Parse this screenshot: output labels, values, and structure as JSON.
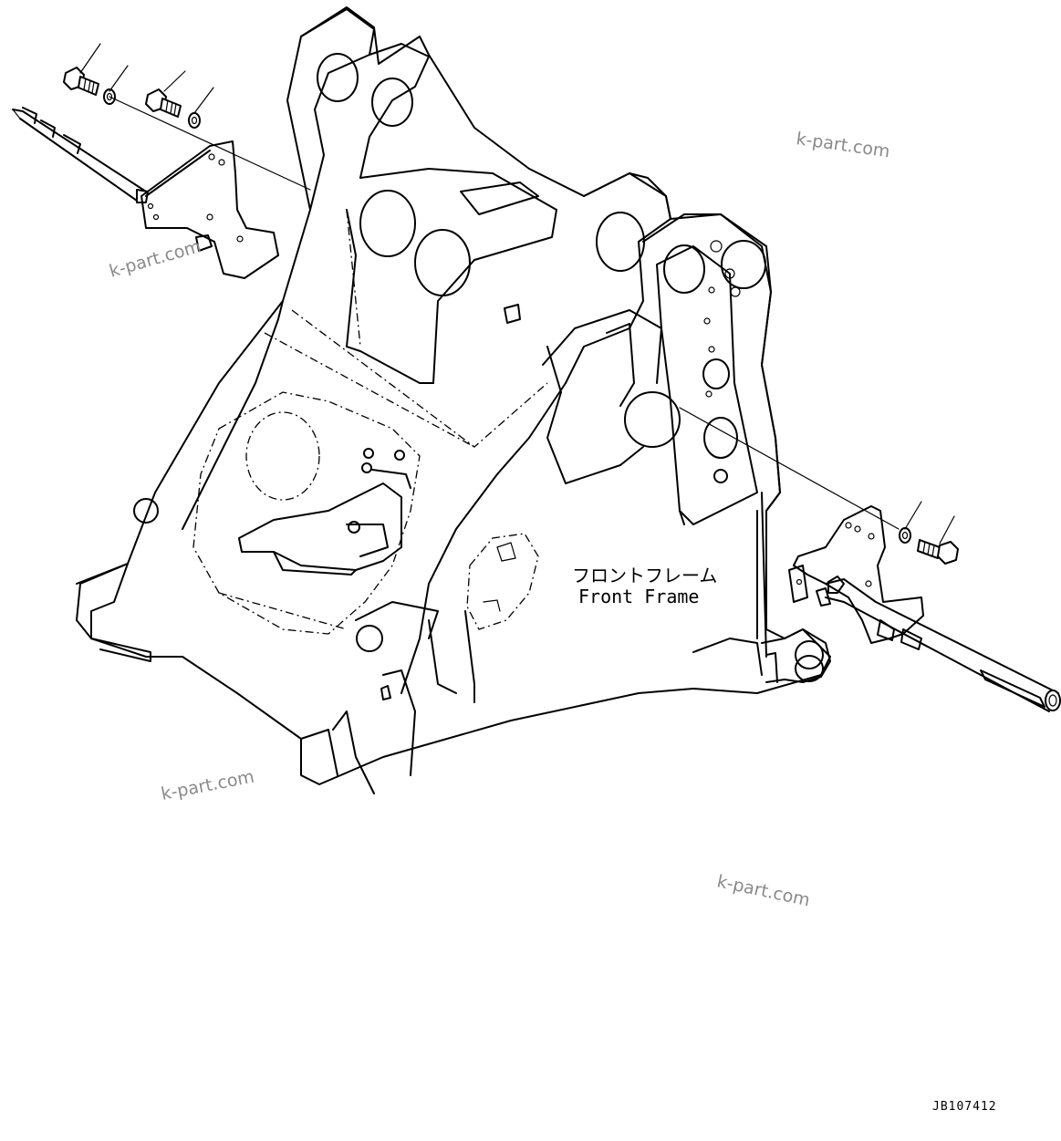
{
  "labels": {
    "part_name_jp": "フロントフレーム",
    "part_name_en": "Front Frame",
    "drawing_code": "JB107412"
  },
  "watermarks": [
    "k-part.com",
    "k-part.com",
    "k-part.com",
    "k-part.com"
  ],
  "colors": {
    "line": "#000000",
    "watermark": "#8a8a8a",
    "background": "#ffffff"
  }
}
